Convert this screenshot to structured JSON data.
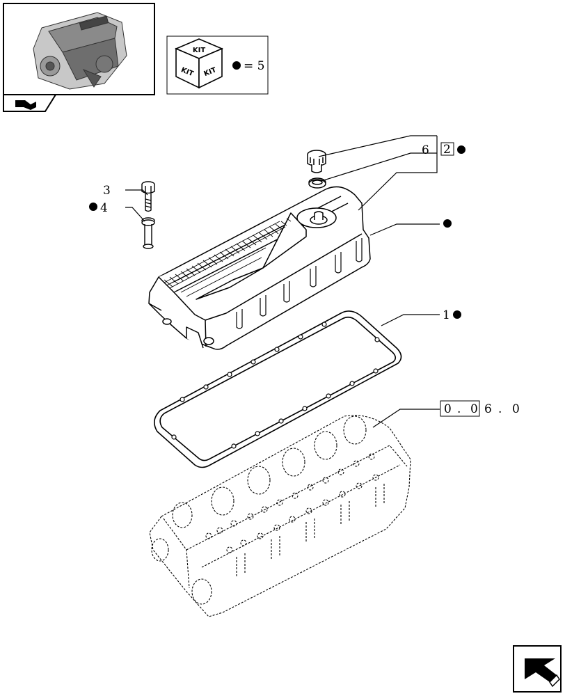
{
  "kit_box": {
    "kit_label_top": "KIT",
    "kit_label_left": "KIT",
    "kit_label_right": "KIT",
    "equals_text": "= 5"
  },
  "callouts": {
    "cap": "6",
    "ref_box": "2",
    "bolt": "3",
    "washer": "4",
    "gasket": "1",
    "ref_group_digit_a": "0",
    "ref_group_dot_a": ".",
    "ref_group_digit_b": "0",
    "ref_group_digit_c": "6",
    "ref_group_dot_b": ".",
    "ref_group_digit_d": "0"
  },
  "icons": [
    "engine-thumbnail-icon",
    "book-icon",
    "kit-cube-icon",
    "next-page-arrow-icon"
  ]
}
